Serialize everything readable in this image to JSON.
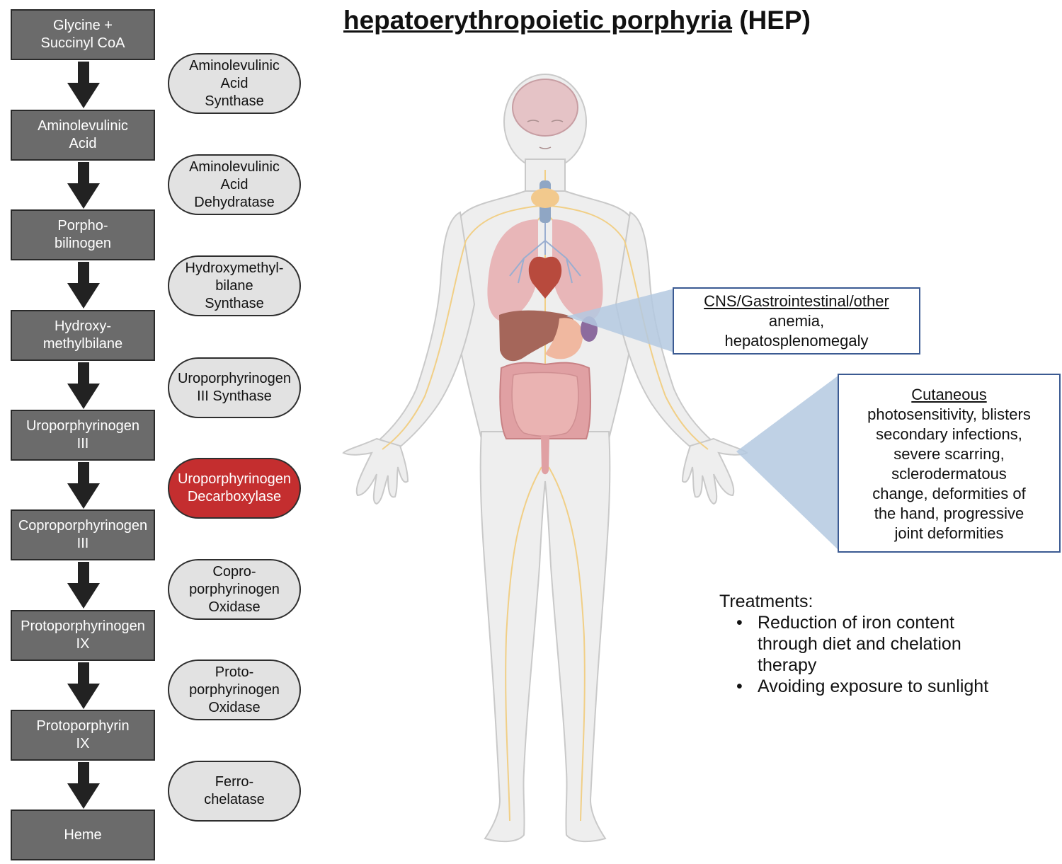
{
  "title": {
    "main": "hepatoerythropoietic porphyria",
    "abbr": "(HEP)"
  },
  "pathway": {
    "steps": [
      "Glycine +\nSuccinyl CoA",
      "Aminolevulinic\nAcid",
      "Porpho-\nbilinogen",
      "Hydroxy-\nmethylbilane",
      "Uroporphyrinogen\nIII",
      "Coproporphyrinogen\nIII",
      "Protoporphyrinogen\nIX",
      "Protoporphyrin\nIX",
      "Heme"
    ],
    "enzymes": [
      "Aminolevulinic\nAcid\nSynthase",
      "Aminolevulinic\nAcid\nDehydratase",
      "Hydroxymethyl-\nbilane\nSynthase",
      "Uroporphyrinogen\nIII Synthase",
      "Uroporphyrinogen\nDecarboxylase",
      "Copro-\nporphyrinogen\nOxidase",
      "Proto-\nporphyrinogen\nOxidase",
      "Ferro-\nchelatase"
    ],
    "deficient_enzyme_index": 4,
    "colors": {
      "step": "#6b6b6b",
      "enzyme": "#e2e2e2",
      "deficient": "#c42e2f"
    }
  },
  "callouts": {
    "cns": {
      "heading": "CNS/Gastrointestinal/other",
      "body": "anemia,\nhepatosplenomegaly"
    },
    "cutaneous": {
      "heading": "Cutaneous",
      "body": "photosensitivity, blisters\nsecondary infections,\nsevere scarring,\nsclerodermatous\nchange, deformities of\nthe hand, progressive\njoint deformities"
    }
  },
  "treatments": {
    "heading": "Treatments:",
    "items": [
      "Reduction of  iron content\nthrough diet and chelation\ntherapy",
      "Avoiding exposure to sunlight"
    ]
  }
}
